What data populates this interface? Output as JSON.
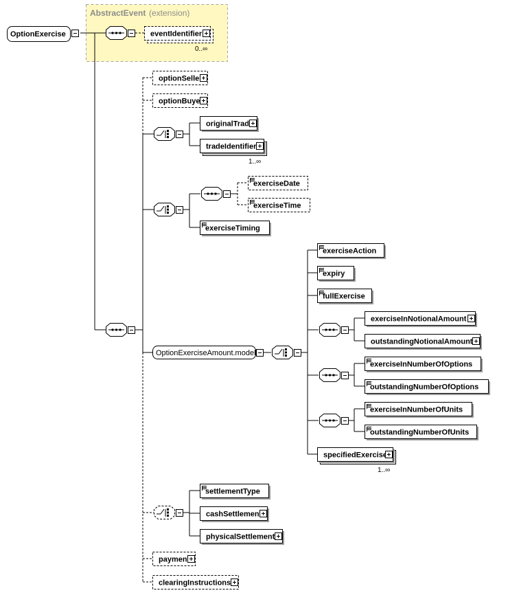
{
  "root": {
    "label": "OptionExercise"
  },
  "extension": {
    "label": "AbstractEvent",
    "note": "(extension)"
  },
  "elements": {
    "eventIdentifier": {
      "label": "eventIdentifier",
      "cardinality": "0..∞"
    },
    "optionSeller": {
      "label": "optionSeller"
    },
    "optionBuyer": {
      "label": "optionBuyer"
    },
    "originalTrade": {
      "label": "originalTrade"
    },
    "tradeIdentifier": {
      "label": "tradeIdentifier",
      "cardinality": "1..∞"
    },
    "exerciseDate": {
      "label": "exerciseDate"
    },
    "exerciseTime": {
      "label": "exerciseTime"
    },
    "exerciseTiming": {
      "label": "exerciseTiming"
    },
    "modelGroup": {
      "label": "OptionExerciseAmount.model"
    },
    "exerciseAction": {
      "label": "exerciseAction"
    },
    "expiry": {
      "label": "expiry"
    },
    "fullExercise": {
      "label": "fullExercise"
    },
    "exerciseInNotionalAmount": {
      "label": "exerciseInNotionalAmount"
    },
    "outstandingNotionalAmount": {
      "label": "outstandingNotionalAmount"
    },
    "exerciseInNumberOfOptions": {
      "label": "exerciseInNumberOfOptions"
    },
    "outstandingNumberOfOptions": {
      "label": "outstandingNumberOfOptions"
    },
    "exerciseInNumberOfUnits": {
      "label": "exerciseInNumberOfUnits"
    },
    "outstandingNumberOfUnits": {
      "label": "outstandingNumberOfUnits"
    },
    "specifiedExercise": {
      "label": "specifiedExercise",
      "cardinality": "1..∞"
    },
    "settlementType": {
      "label": "settlementType"
    },
    "cashSettlement": {
      "label": "cashSettlement"
    },
    "physicalSettlement": {
      "label": "physicalSettlement"
    },
    "payment": {
      "label": "payment"
    },
    "clearingInstructions": {
      "label": "clearingInstructions"
    }
  }
}
